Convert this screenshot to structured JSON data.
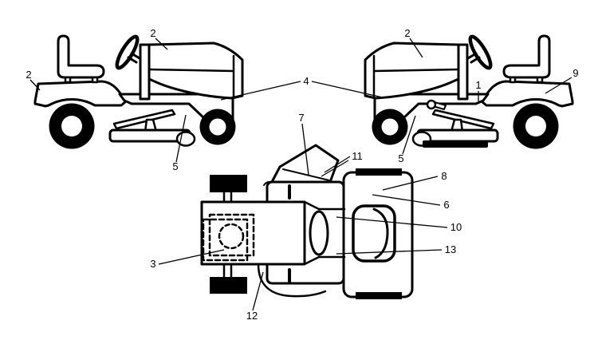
{
  "colors": {
    "ink": "#000000",
    "paper": "#ffffff"
  },
  "callouts": {
    "left_fender": "2",
    "left_hood": "2",
    "hoods_shared": "4",
    "right_hood": "2",
    "right_frame": "1",
    "right_fender": "9",
    "left_deck": "5",
    "right_deck": "5",
    "chute_upper": "7",
    "chute_lower": "11",
    "rear_body_upper": "8",
    "rear_body_lower": "6",
    "console_upper": "10",
    "console_lower": "13",
    "engine": "3",
    "footrest_arc": "12"
  }
}
